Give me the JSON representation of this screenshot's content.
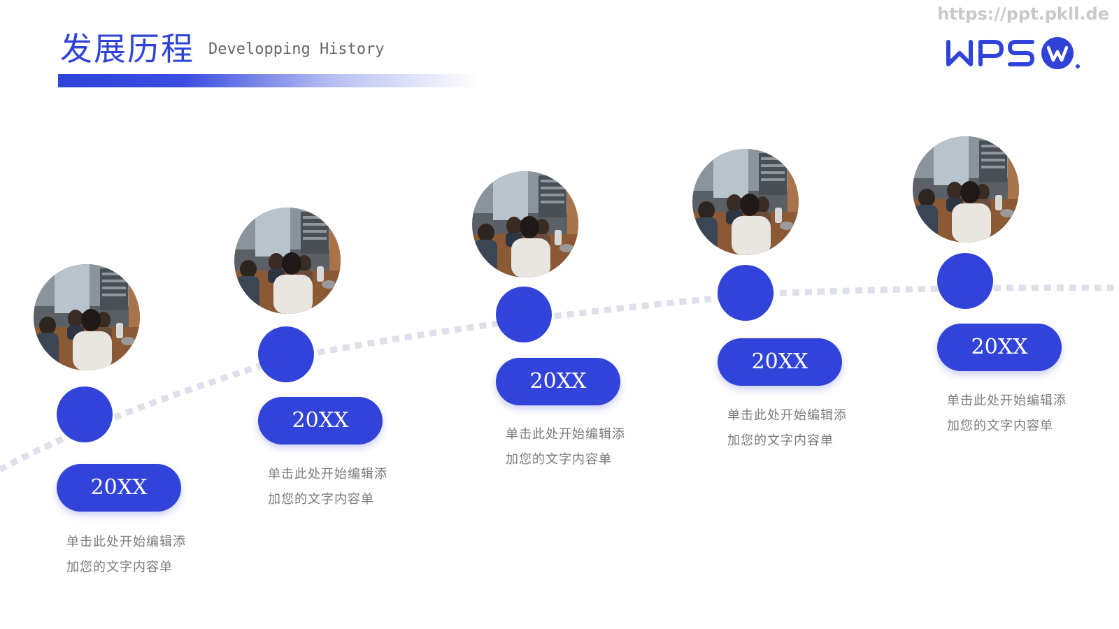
{
  "header": {
    "title": "发展历程",
    "subtitle": "Developping History",
    "watermark": "https://ppt.pkll.de"
  },
  "colors": {
    "accent": "#3243d9",
    "path": "#dde0ea",
    "text_muted": "#7a7a7a"
  },
  "timeline": [
    {
      "year": "20XX",
      "desc_line1": "单击此处开始编辑添",
      "desc_line2": "加您的文字内容单"
    },
    {
      "year": "20XX",
      "desc_line1": "单击此处开始编辑添",
      "desc_line2": "加您的文字内容单"
    },
    {
      "year": "20XX",
      "desc_line1": "单击此处开始编辑添",
      "desc_line2": "加您的文字内容单"
    },
    {
      "year": "20XX",
      "desc_line1": "单击此处开始编辑添",
      "desc_line2": "加您的文字内容单"
    },
    {
      "year": "20XX",
      "desc_line1": "单击此处开始编辑添",
      "desc_line2": "加您的文字内容单"
    }
  ]
}
